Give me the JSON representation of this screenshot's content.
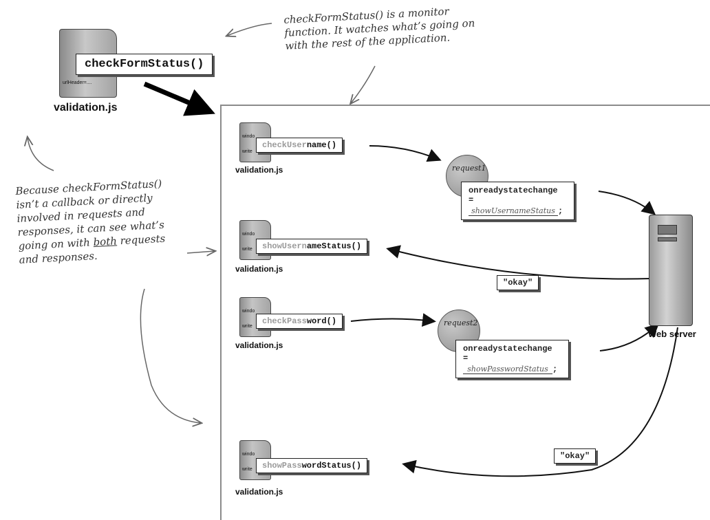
{
  "notes": {
    "monitor": [
      "checkFormStatus() is a monitor",
      "function. It watches what’s going on",
      "with the rest of the application."
    ],
    "callback_lines": [
      "Because checkFormStatus()",
      "isn’t a callback or directly",
      "involved in requests and",
      "responses, it can see what’s"
    ],
    "callback_line5_pre": "going on with ",
    "callback_line5_ul": "both",
    "callback_line5_post": " requests",
    "callback_line6": "and responses."
  },
  "monitor_box": {
    "function": "checkFormStatus()",
    "file": "validation.js",
    "doc_text": "urlHeader=...."
  },
  "rows": [
    {
      "ghost": "checkUser",
      "rest": "name()",
      "file": "validation.js"
    },
    {
      "ghost": "showUsern",
      "rest": "ameStatus()",
      "file": "validation.js"
    },
    {
      "ghost": "checkPass",
      "rest": "word()",
      "file": "validation.js"
    },
    {
      "ghost": "showPass",
      "rest": "wordStatus()",
      "file": "validation.js"
    }
  ],
  "doc_small": {
    "top": "windo",
    "bottom": "write"
  },
  "requests": [
    {
      "label": "request1",
      "code": "onreadystatechange =",
      "handler": "showUsernameStatus",
      "semi": ";"
    },
    {
      "label": "request2",
      "code": "onreadystatechange =",
      "handler": "showPasswordStatus",
      "semi": ";"
    }
  ],
  "responses": [
    "\"okay\"",
    "\"okay\""
  ],
  "server": {
    "label": "Web server"
  }
}
